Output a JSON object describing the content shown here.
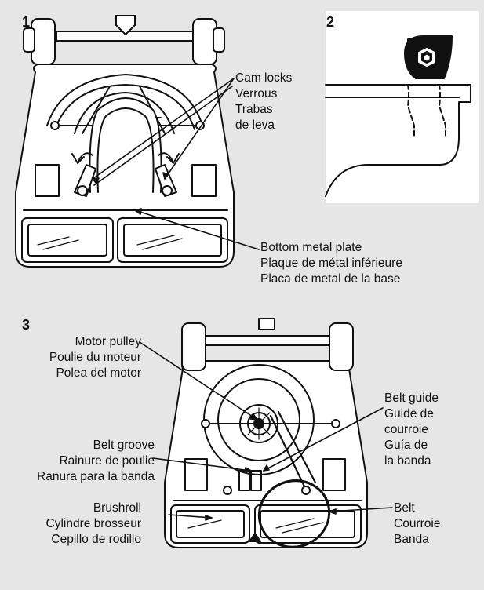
{
  "steps": [
    {
      "number": "1"
    },
    {
      "number": "2"
    },
    {
      "number": "3"
    }
  ],
  "labels": {
    "cam_locks": [
      "Cam locks",
      "Verrous",
      "Trabas",
      "de leva"
    ],
    "bottom_plate": [
      "Bottom metal plate",
      "Plaque de métal inférieure",
      "Placa de metal de la base"
    ],
    "motor_pulley": [
      "Motor pulley",
      "Poulie du moteur",
      "Polea del motor"
    ],
    "belt_guide": [
      "Belt guide",
      "Guide de",
      "courroie",
      "Guía de",
      "la banda"
    ],
    "belt_groove": [
      "Belt groove",
      "Rainure de poulie",
      "Ranura para la banda"
    ],
    "brushroll": [
      "Brushroll",
      "Cylindre brosseur",
      "Cepillo de rodillo"
    ],
    "belt": [
      "Belt",
      "Courroie",
      "Banda"
    ]
  },
  "colors": {
    "background": "#e6e6e6",
    "panel": "#ffffff",
    "line": "#111111"
  },
  "icons": [
    "hex-screw-icon",
    "arrow-icon"
  ]
}
